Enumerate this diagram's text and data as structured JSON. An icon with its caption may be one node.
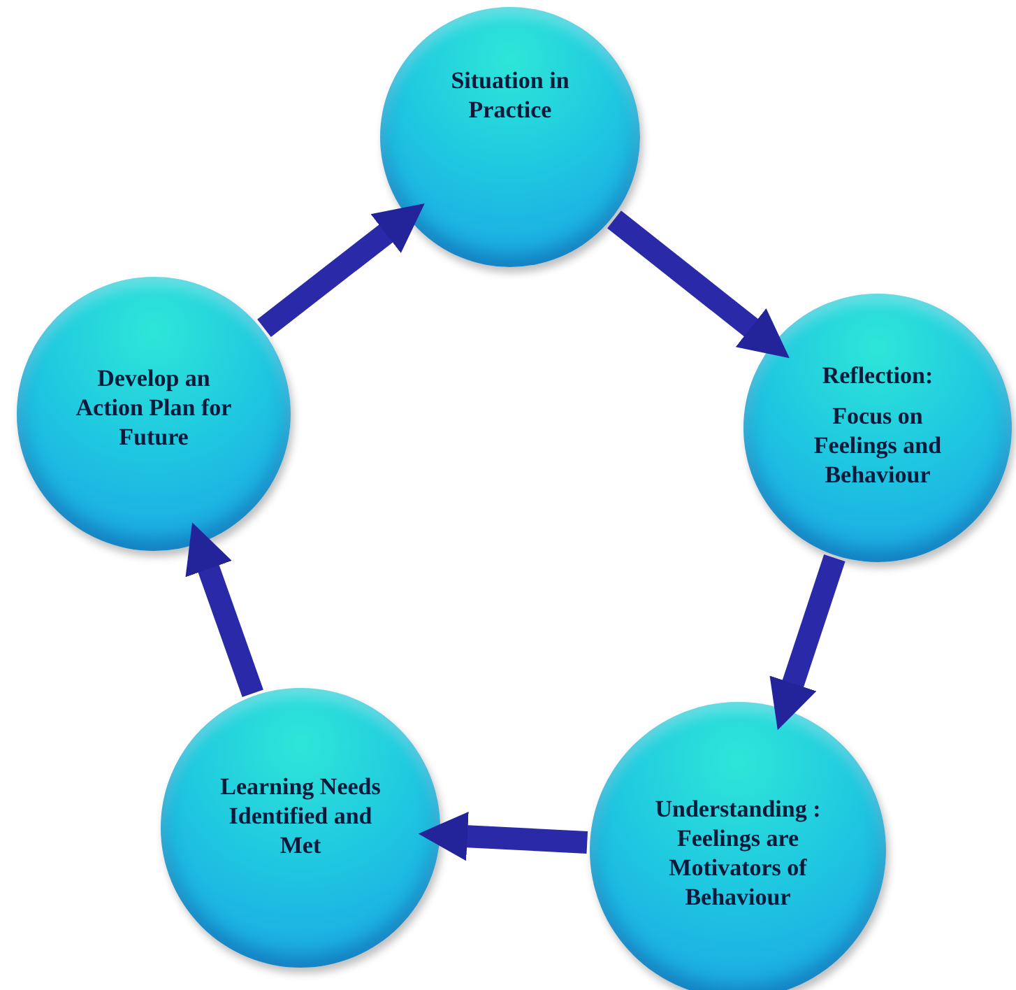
{
  "diagram": {
    "nodes": [
      {
        "text": [
          "Situation in Practice"
        ]
      },
      {
        "text": [
          "Reflection:",
          "Focus on Feelings and Behaviour"
        ]
      },
      {
        "text": [
          "Understanding : Feelings are Motivators of Behaviour"
        ]
      },
      {
        "text": [
          "Learning Needs Identified and Met"
        ]
      },
      {
        "text": [
          "Develop an Action Plan for Future"
        ]
      }
    ],
    "edges": [
      {
        "from": 0,
        "to": 1,
        "arrow": "to"
      },
      {
        "from": 1,
        "to": 2,
        "arrow": "to"
      },
      {
        "from": 2,
        "to": 3,
        "arrow": "to"
      },
      {
        "from": 3,
        "to": 4,
        "arrow": "to"
      },
      {
        "from": 4,
        "to": 0,
        "arrow": "to"
      }
    ]
  }
}
